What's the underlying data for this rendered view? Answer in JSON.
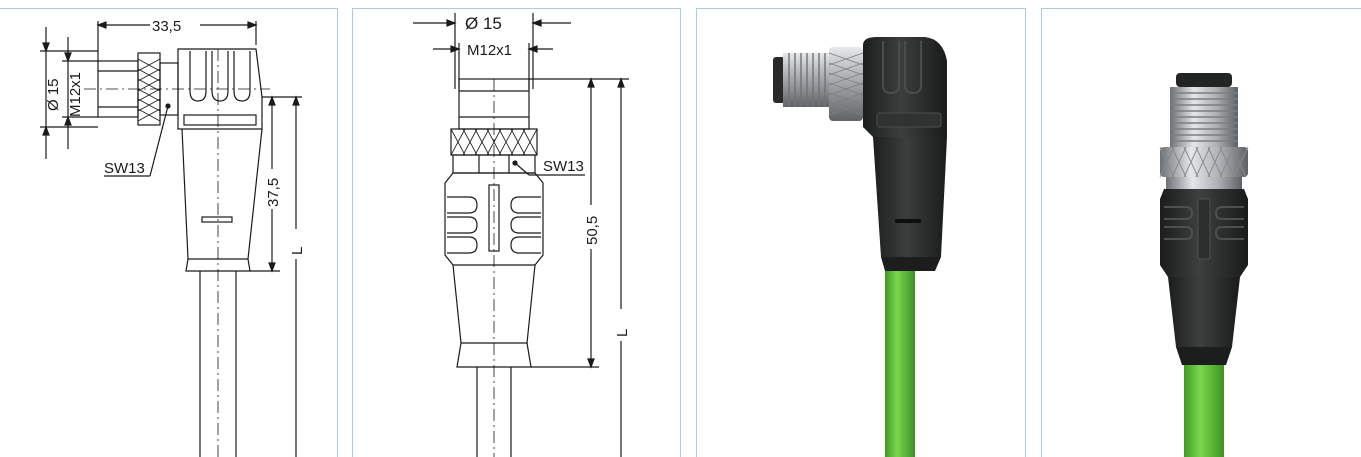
{
  "drawings": {
    "angled": {
      "width_label": "33,5",
      "diameter_label": "Ø 15",
      "thread_label": "M12x1",
      "wrench_label": "SW13",
      "height_label": "37,5",
      "length_label": "L"
    },
    "straight": {
      "diameter_label": "Ø 15",
      "thread_label": "M12x1",
      "wrench_label": "SW13",
      "height_label": "50,5",
      "length_label": "L"
    }
  },
  "colors": {
    "panel_border": "#a9cce0",
    "cable_green": "#5cc338",
    "body_black": "#2a2c2b",
    "metal": "#b9bcbf"
  },
  "icons": [
    "angled-connector-drawing",
    "straight-connector-drawing",
    "angled-connector-photo",
    "straight-connector-photo"
  ]
}
